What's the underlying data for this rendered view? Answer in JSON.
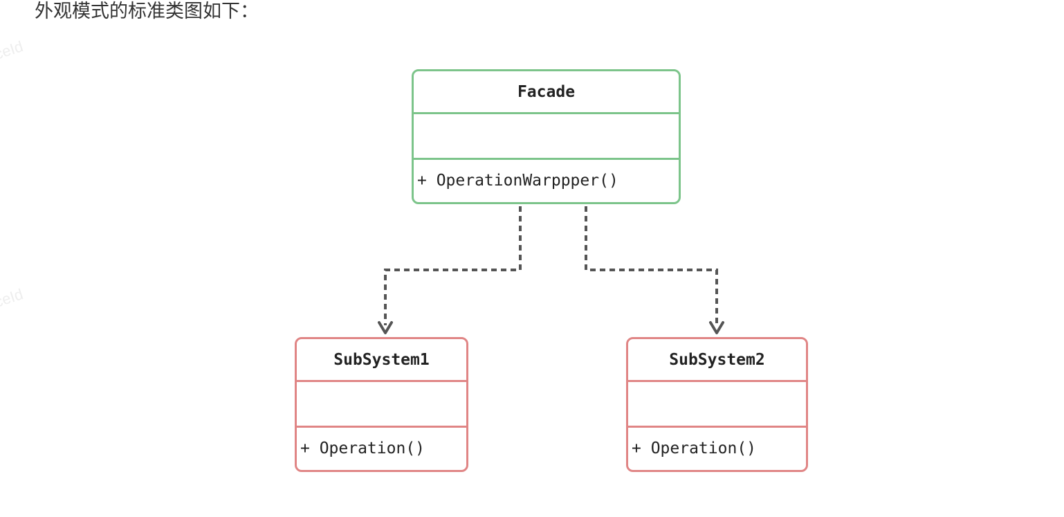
{
  "intro_text": "外观模式的标准类图如下：",
  "watermark": "ceId",
  "colors": {
    "facade_border": "#7cc48a",
    "subsystem_border": "#e08585",
    "dependency_line": "#555555"
  },
  "classes": {
    "facade": {
      "name": "Facade",
      "operation": "+ OperationWarppper()"
    },
    "subsystem1": {
      "name": "SubSystem1",
      "operation": "+ Operation()"
    },
    "subsystem2": {
      "name": "SubSystem2",
      "operation": "+ Operation()"
    }
  },
  "relations": [
    {
      "from": "Facade",
      "to": "SubSystem1",
      "style": "dashed-arrow"
    },
    {
      "from": "Facade",
      "to": "SubSystem2",
      "style": "dashed-arrow"
    }
  ]
}
